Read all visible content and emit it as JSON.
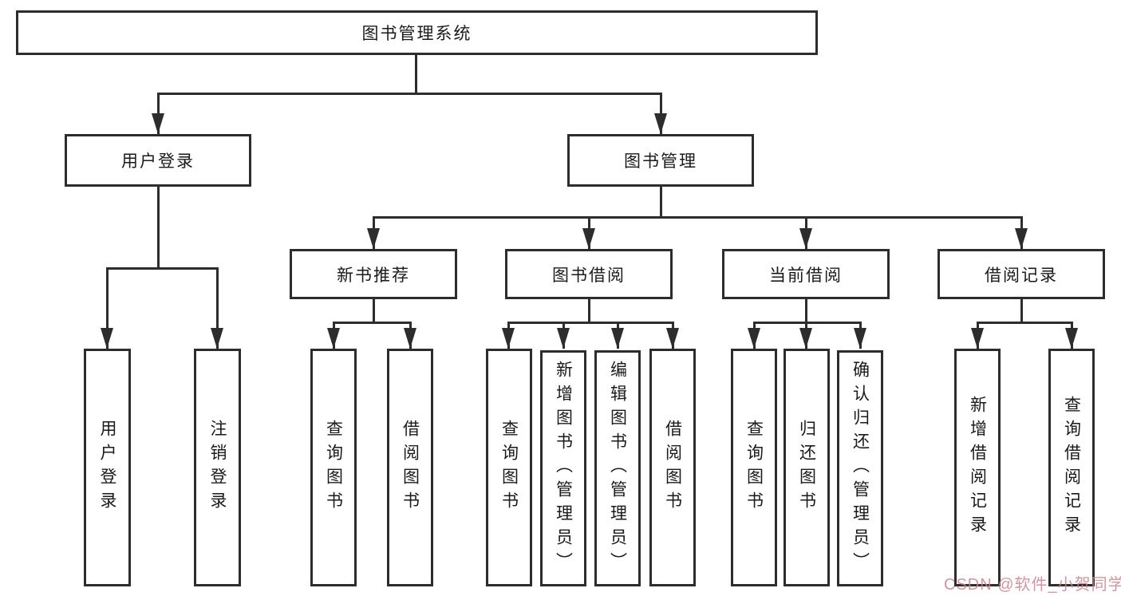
{
  "diagram": {
    "root": {
      "label": "图书管理系统"
    },
    "level2": [
      {
        "label": "用户登录",
        "children": [
          "用户登录",
          "注销登录"
        ]
      },
      {
        "label": "图书管理"
      }
    ],
    "level3": [
      {
        "label": "新书推荐",
        "children": [
          "查询图书",
          "借阅图书"
        ]
      },
      {
        "label": "图书借阅",
        "children": [
          "查询图书",
          "新增图书（管理员）",
          "编辑图书（管理员）",
          "借阅图书"
        ]
      },
      {
        "label": "当前借阅",
        "children": [
          "查询图书",
          "归还图书",
          "确认归还（管理员）"
        ]
      },
      {
        "label": "借阅记录",
        "children": [
          "新增借阅记录",
          "查询借阅记录"
        ]
      }
    ]
  },
  "watermark": {
    "text": "CSDN @软件_小贺同学"
  },
  "colors": {
    "line": "#2d2d2d",
    "text": "#1a1a1a",
    "watermark": "#cb828e",
    "background": "#ffffff"
  }
}
